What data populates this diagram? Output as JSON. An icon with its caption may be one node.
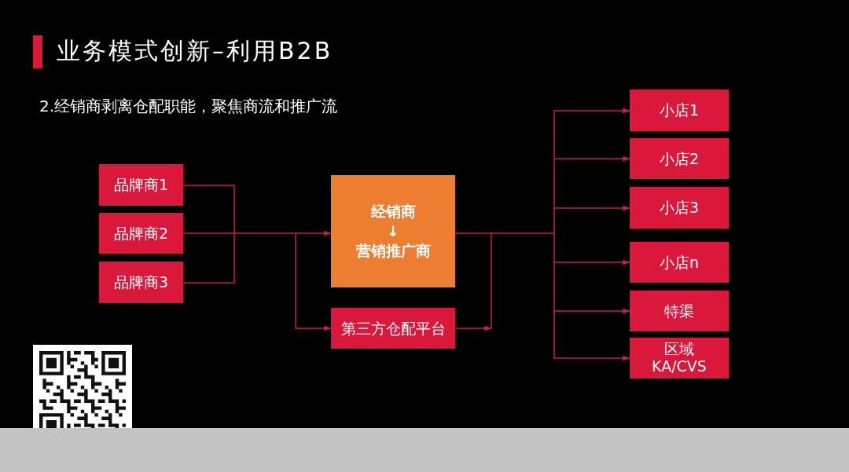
{
  "diagram": {
    "title": "业务模式创新–利用B2B",
    "nodes": [
      {
        "text": [
          "品牌商1"
        ]
      },
      {
        "text": [
          "品牌商2"
        ]
      },
      {
        "text": [
          "品牌商3"
        ]
      },
      {
        "text": [
          "经销商",
          "↓",
          "营销推广商"
        ]
      },
      {
        "text": [
          "第三方仓配平台"
        ]
      },
      {
        "text": [
          "小店1"
        ]
      },
      {
        "text": [
          "小店2"
        ]
      },
      {
        "text": [
          "小店3"
        ]
      },
      {
        "text": [
          "小店n"
        ]
      },
      {
        "text": [
          "特渠"
        ]
      },
      {
        "text": [
          "区域 KA/CVS"
        ]
      }
    ],
    "edges": [
      {
        "from": 0,
        "to": 3,
        "arrow": "to"
      },
      {
        "from": 1,
        "to": 3,
        "arrow": "to"
      },
      {
        "from": 2,
        "to": 3,
        "arrow": "to"
      },
      {
        "from": 0,
        "to": 4,
        "arrow": "to"
      },
      {
        "from": 1,
        "to": 4,
        "arrow": "to"
      },
      {
        "from": 2,
        "to": 4,
        "arrow": "to"
      },
      {
        "from": 3,
        "to": 5,
        "arrow": "to"
      },
      {
        "from": 3,
        "to": 6,
        "arrow": "to"
      },
      {
        "from": 3,
        "to": 7,
        "arrow": "to"
      },
      {
        "from": 3,
        "to": 8,
        "arrow": "to"
      },
      {
        "from": 3,
        "to": 9,
        "arrow": "to"
      },
      {
        "from": 3,
        "to": 10,
        "arrow": "to"
      },
      {
        "from": 4,
        "to": 5,
        "arrow": "to"
      },
      {
        "from": 4,
        "to": 6,
        "arrow": "to"
      },
      {
        "from": 4,
        "to": 7,
        "arrow": "to"
      },
      {
        "from": 4,
        "to": 8,
        "arrow": "to"
      },
      {
        "from": 4,
        "to": 9,
        "arrow": "to"
      },
      {
        "from": 4,
        "to": 10,
        "arrow": "to"
      }
    ],
    "labels": [
      "2.经销商剥离仓配职能，聚焦商流和推广流"
    ]
  }
}
